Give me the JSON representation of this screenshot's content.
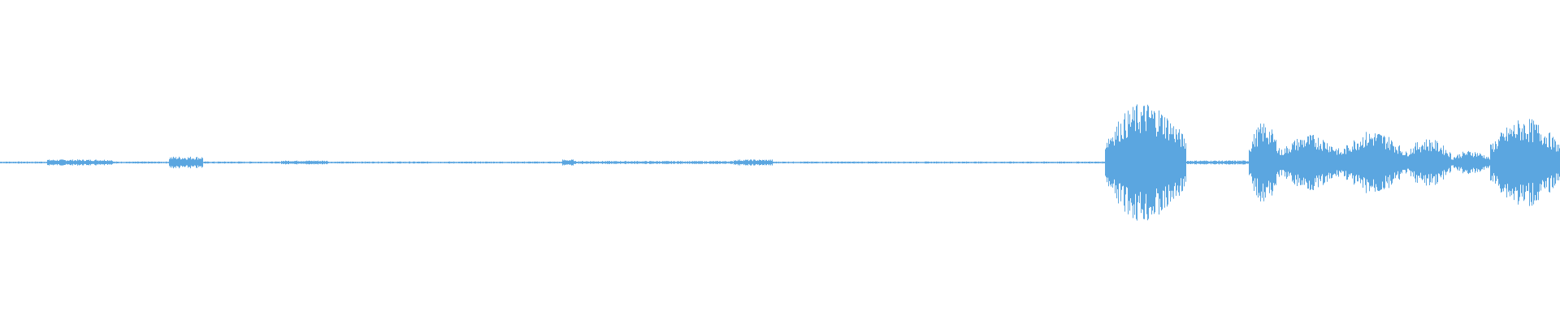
{
  "waveform": {
    "color": "#5ba6e0",
    "background": "#ffffff",
    "duration_fraction_segments": [
      {
        "start": 0.0,
        "end": 0.03,
        "amplitude": 0.01
      },
      {
        "start": 0.03,
        "end": 0.072,
        "amplitude": 0.03
      },
      {
        "start": 0.072,
        "end": 0.108,
        "amplitude": 0.01
      },
      {
        "start": 0.108,
        "end": 0.13,
        "amplitude": 0.06
      },
      {
        "start": 0.13,
        "end": 0.18,
        "amplitude": 0.01
      },
      {
        "start": 0.18,
        "end": 0.21,
        "amplitude": 0.02
      },
      {
        "start": 0.21,
        "end": 0.36,
        "amplitude": 0.01
      },
      {
        "start": 0.36,
        "end": 0.368,
        "amplitude": 0.03
      },
      {
        "start": 0.368,
        "end": 0.47,
        "amplitude": 0.015
      },
      {
        "start": 0.47,
        "end": 0.495,
        "amplitude": 0.03
      },
      {
        "start": 0.495,
        "end": 0.708,
        "amplitude": 0.01
      },
      {
        "start": 0.708,
        "end": 0.76,
        "amplitude": 0.6
      },
      {
        "start": 0.76,
        "end": 0.8,
        "amplitude": 0.02
      },
      {
        "start": 0.8,
        "end": 0.82,
        "amplitude": 0.4
      },
      {
        "start": 0.82,
        "end": 0.86,
        "amplitude": 0.28
      },
      {
        "start": 0.86,
        "end": 0.9,
        "amplitude": 0.32
      },
      {
        "start": 0.9,
        "end": 0.93,
        "amplitude": 0.24
      },
      {
        "start": 0.93,
        "end": 0.955,
        "amplitude": 0.12
      },
      {
        "start": 0.955,
        "end": 1.0,
        "amplitude": 0.44
      }
    ]
  }
}
